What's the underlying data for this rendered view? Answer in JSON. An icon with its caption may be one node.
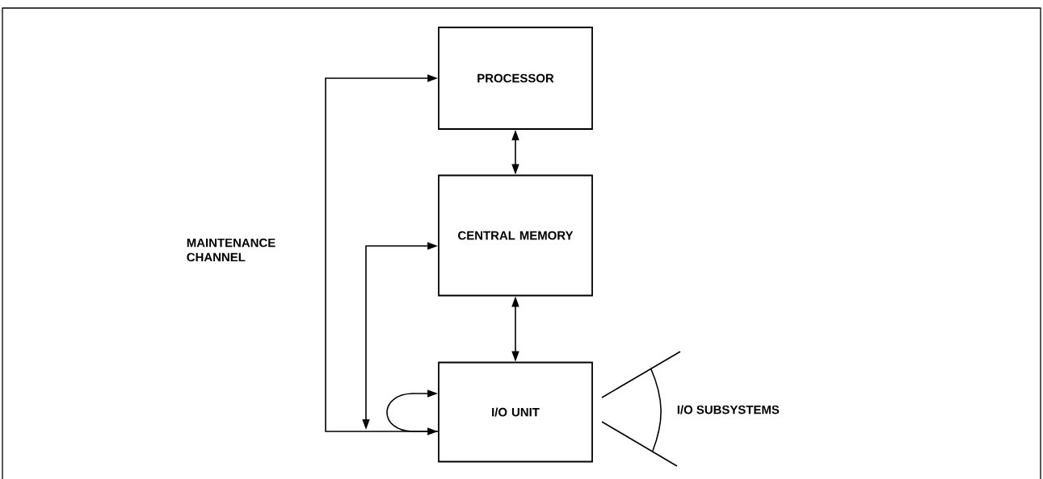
{
  "diagram": {
    "nodes": [
      {
        "text": [
          "PROCESSOR"
        ]
      },
      {
        "text": [
          "CENTRAL MEMORY"
        ]
      },
      {
        "text": [
          "I/O UNIT"
        ]
      }
    ],
    "edges": [
      {
        "from": 0,
        "to": 2,
        "arrow": "both",
        "label": "MAINTENANCE CHANNEL"
      },
      {
        "from": null,
        "to": 1,
        "arrow": "both"
      },
      {
        "from": 2,
        "to": 2,
        "arrow": "to"
      },
      {
        "from": 0,
        "to": 1,
        "arrow": "both"
      },
      {
        "from": 1,
        "to": 2,
        "arrow": "both"
      }
    ],
    "labels": [
      "I/O SUBSYSTEMS"
    ]
  }
}
